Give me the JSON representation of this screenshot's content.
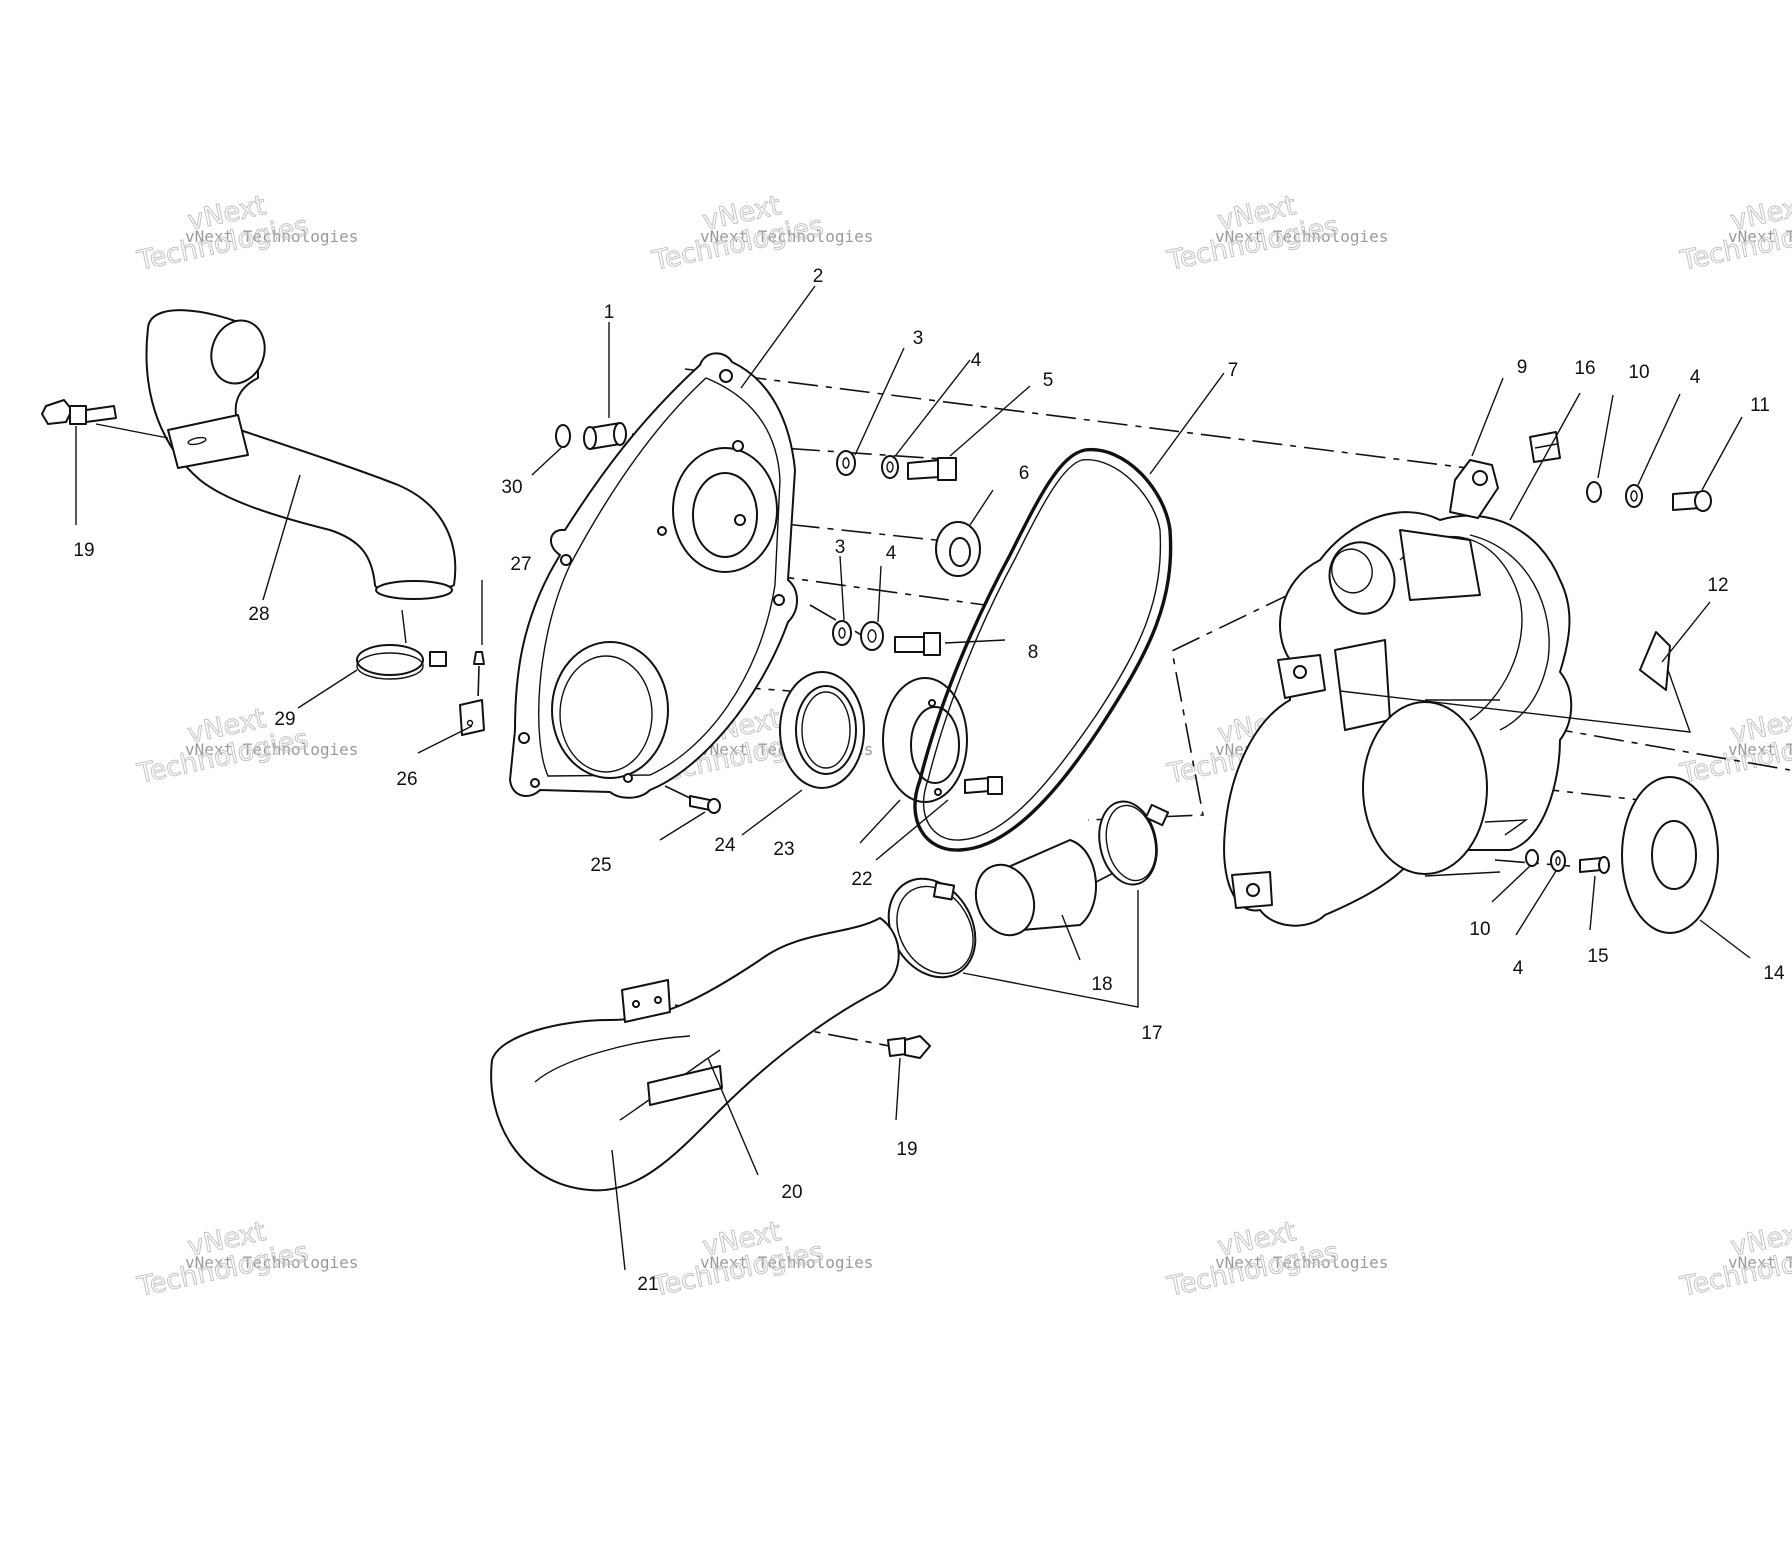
{
  "diagram": {
    "type": "exploded-parts-diagram",
    "callouts": {
      "c1": "1",
      "c2": "2",
      "c3a": "3",
      "c3b": "3",
      "c4a": "4",
      "c4b": "4",
      "c4c": "4",
      "c4d": "4",
      "c5": "5",
      "c6": "6",
      "c7": "7",
      "c8": "8",
      "c9": "9",
      "c10a": "10",
      "c10b": "10",
      "c11": "11",
      "c12": "12",
      "c14": "14",
      "c15": "15",
      "c16": "16",
      "c17": "17",
      "c18": "18",
      "c19a": "19",
      "c19b": "19",
      "c20": "20",
      "c21": "21",
      "c22": "22",
      "c23": "23",
      "c24": "24",
      "c25": "25",
      "c26": "26",
      "c27": "27",
      "c28": "28",
      "c29": "29",
      "c30": "30"
    }
  },
  "watermark": {
    "line1": "vNext",
    "line2": "vNext Technologies",
    "line3": "Technologies"
  },
  "colors": {
    "ink": "#111111",
    "watermark": "#c4c4c4",
    "background": "#ffffff"
  }
}
